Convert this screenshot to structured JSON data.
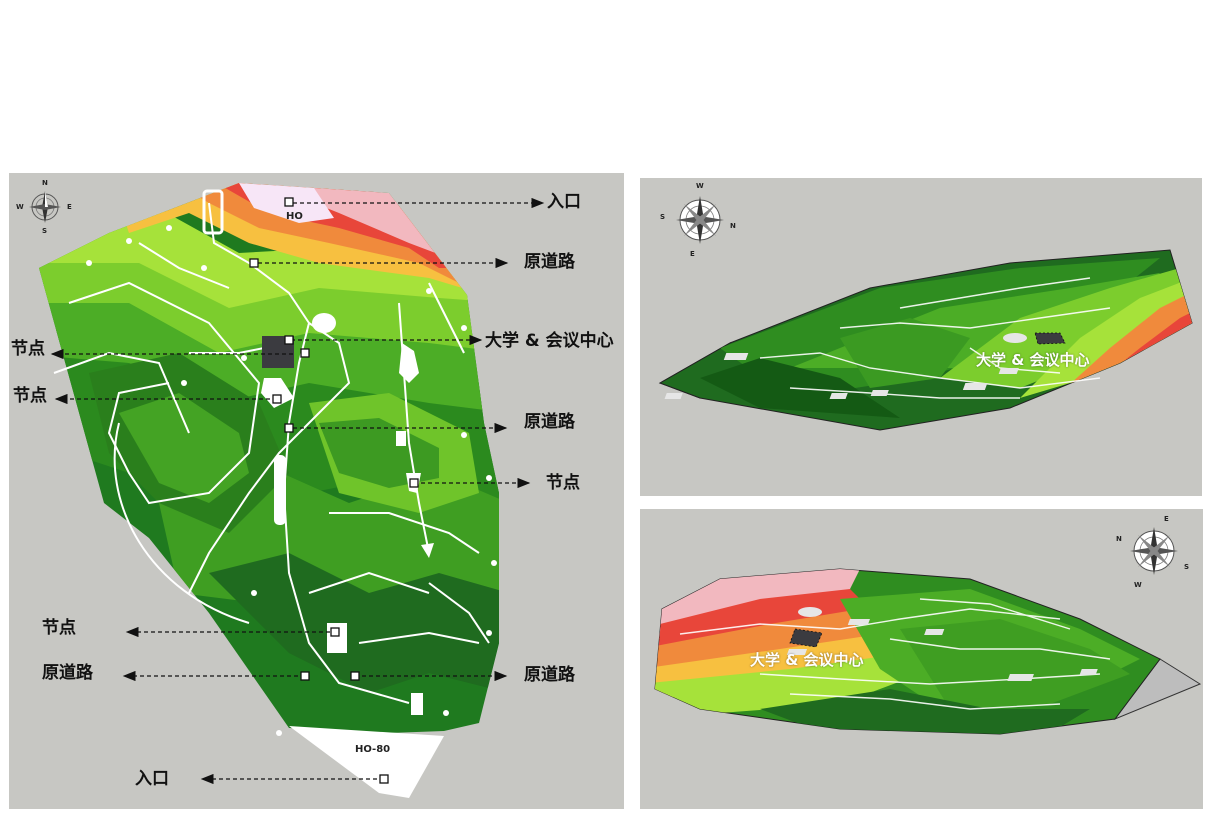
{
  "main_plan": {
    "compass": {
      "n": "N",
      "s": "S",
      "e": "E",
      "w": "W"
    },
    "labels": {
      "entrance_top": "入口",
      "original_road_1": "原道路",
      "node_1": "节点",
      "center": "大学 & 会议中心",
      "node_2": "节点",
      "original_road_2": "原道路",
      "node_3": "节点",
      "node_4": "节点",
      "original_road_3": "原道路",
      "original_road_4": "原道路",
      "entrance_bottom": "入口"
    },
    "elevation_tags": {
      "top": "HO",
      "bottom": "HO-80"
    }
  },
  "view_top": {
    "compass": {
      "w": "W",
      "s": "S",
      "n": "N",
      "e": "E"
    },
    "center_label": "大学 & 会议中心"
  },
  "view_bottom": {
    "compass": {
      "e": "E",
      "n": "N",
      "s": "S",
      "w": "W"
    },
    "center_label": "大学 & 会议中心"
  },
  "colors": {
    "panel_bg": "#c7c7c3",
    "contour_dark": "#1f6b1f",
    "contour_mid": "#4cad26",
    "contour_light": "#9ae03a",
    "contour_orange": "#f08a3c",
    "contour_red": "#e8463a",
    "contour_pink": "#f2b8bf",
    "path_white": "#ffffff",
    "building": "#3b3b40"
  }
}
